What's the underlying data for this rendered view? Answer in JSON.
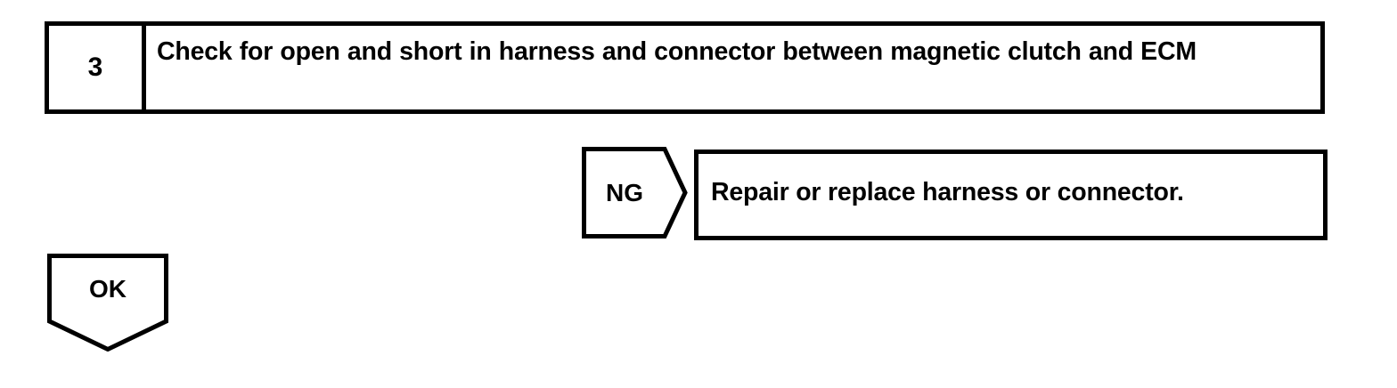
{
  "diagram": {
    "type": "troubleshooting-flowchart-step",
    "stroke_color": "#000000",
    "background_color": "#ffffff",
    "step": {
      "number": "3",
      "description": "Check for open and short in harness and connector between magnetic clutch and ECM"
    },
    "branches": [
      {
        "tag": "NG",
        "direction": "right",
        "result": "Repair or replace harness or connector."
      },
      {
        "tag": "OK",
        "direction": "down",
        "result": ""
      }
    ]
  }
}
